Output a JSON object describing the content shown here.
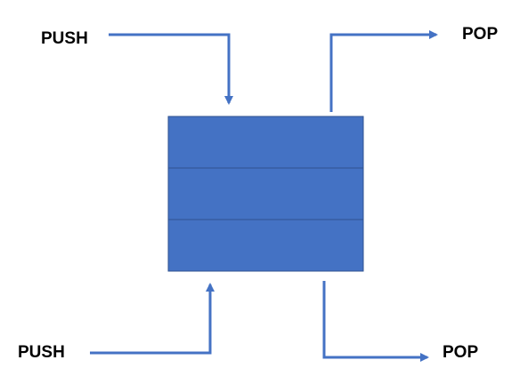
{
  "labels": {
    "push_top": "PUSH",
    "pop_top": "POP",
    "push_bottom": "PUSH",
    "pop_bottom": "POP"
  },
  "colors": {
    "stack_fill": "#4472C4",
    "stack_border": "#2F528F",
    "arrow": "#4472C4",
    "text": "#000000"
  },
  "stack": {
    "slot_count": 3
  }
}
